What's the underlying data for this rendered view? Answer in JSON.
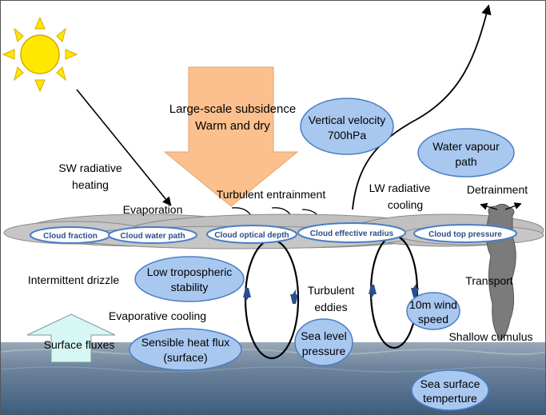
{
  "labels": {
    "subsidence_line1": "Large-scale subsidence",
    "subsidence_line2": "Warm and dry",
    "sw_line1": "SW radiative",
    "sw_line2": "heating",
    "turbulent_entrainment": "Turbulent entrainment",
    "lw_line1": "LW radiative",
    "lw_line2": "cooling",
    "detrainment": "Detrainment",
    "evaporation": "Evaporation",
    "intermittent_drizzle": "Intermittent drizzle",
    "turbulent_eddies_line1": "Turbulent",
    "turbulent_eddies_line2": "eddies",
    "transport": "Transport",
    "evaporative_cooling": "Evaporative cooling",
    "surface_fluxes": "Surface fluxes",
    "shallow_cumulus": "Shallow cumulus"
  },
  "variables": {
    "vertical_velocity_line1": "Vertical velocity",
    "vertical_velocity_line2": "700hPa",
    "water_vapour_line1": "Water vapour",
    "water_vapour_line2": "path",
    "low_trop_line1": "Low tropospheric",
    "low_trop_line2": "stability",
    "wind_line1": "10m wind",
    "wind_line2": "speed",
    "sensible_line1": "Sensible heat flux",
    "sensible_line2": "(surface)",
    "slp_line1": "Sea level",
    "slp_line2": "pressure",
    "sst_line1": "Sea surface",
    "sst_line2": "temperture"
  },
  "cloud_properties": {
    "cloud_fraction": "Cloud fraction",
    "cloud_water_path": "Cloud water path",
    "cloud_optical_depth": "Cloud optical depth",
    "cloud_effective_radius": "Cloud effective radius",
    "cloud_top_pressure": "Cloud top pressure"
  },
  "colors": {
    "bubble_fill": "#a9c8f0",
    "bubble_stroke": "#4a7ec4",
    "subsidence_arrow": "#fbc08d",
    "surface_arrow": "#d7f7f5",
    "cloud_layer": "#c0c0c0",
    "sun": "#ffe800",
    "sea_top": "#9aa8b8",
    "sea_bottom": "#3c5c7e"
  },
  "icons": [
    "sun-icon",
    "cloud-layer-icon",
    "shallow-cumulus-icon",
    "eddy-loop-icon"
  ]
}
